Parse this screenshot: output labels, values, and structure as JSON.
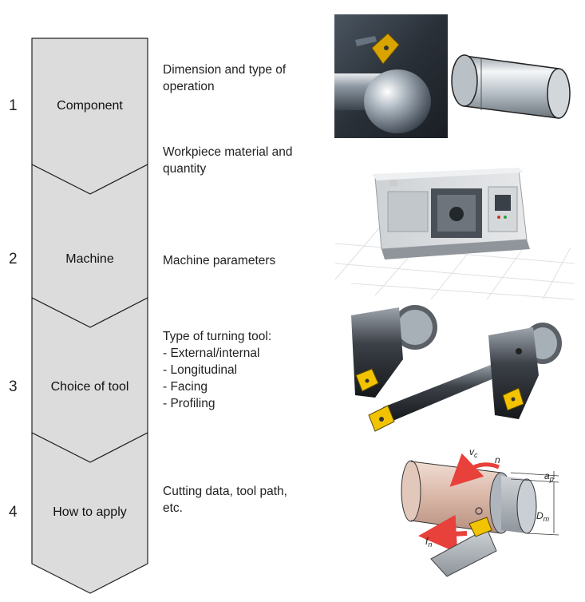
{
  "steps": [
    {
      "number": "1",
      "label": "Component"
    },
    {
      "number": "2",
      "label": "Machine"
    },
    {
      "number": "3",
      "label": "Choice of tool"
    },
    {
      "number": "4",
      "label": "How to apply"
    }
  ],
  "descriptions": {
    "component_1": "Dimension and type of\noperation",
    "component_2": "Workpiece material and\nquantity",
    "machine": "Machine parameters",
    "tool": "Type of turning tool:\n- External/internal\n- Longitudinal\n- Facing\n- Profiling",
    "apply": "Cutting data, tool path,\netc."
  },
  "diagram_labels": {
    "vc": "v",
    "vc_sub": "c",
    "n": "n",
    "ap": "a",
    "ap_sub": "p",
    "dm": "D",
    "dm_sub": "m",
    "fn": "f",
    "fn_sub": "n"
  },
  "colors": {
    "chevron_fill": "#dcdcdc",
    "chevron_stroke": "#222222",
    "accent": "#e8403a",
    "insert": "#f2c300"
  }
}
